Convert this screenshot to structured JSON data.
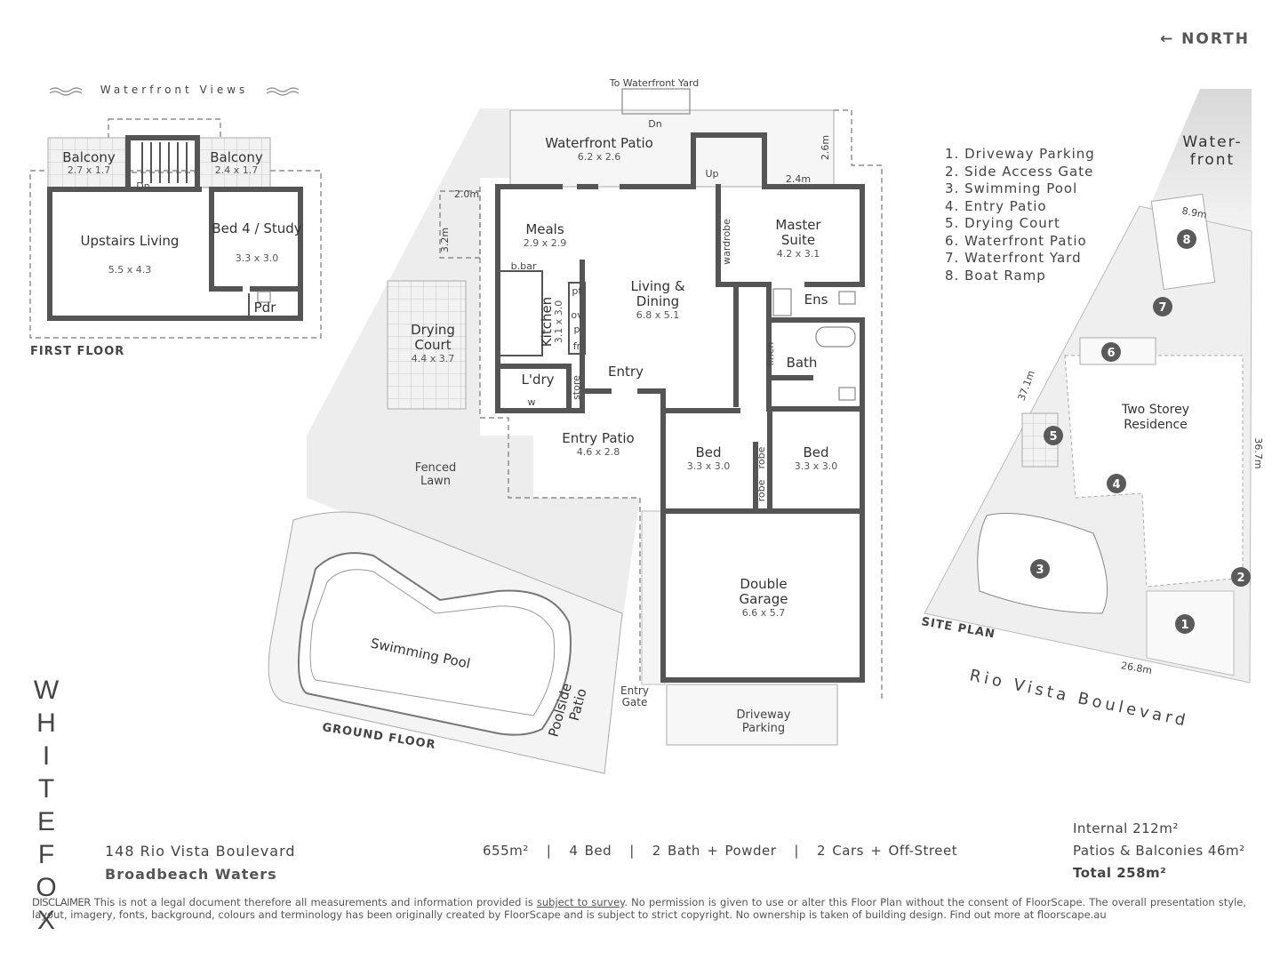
{
  "north_label": "NORTH",
  "first_floor": {
    "title": "FIRST FLOOR",
    "views_label": "Waterfront Views",
    "rooms": [
      {
        "name": "Balcony",
        "dim": "2.7 x 1.7"
      },
      {
        "name": "Balcony",
        "dim": "2.4 x 1.7"
      },
      {
        "name": "Upstairs Living",
        "dim": "5.5 x 4.3"
      },
      {
        "name": "Bed 4 / Study",
        "dim": "3.3 x 3.0"
      },
      {
        "name": "Pdr",
        "dim": ""
      }
    ],
    "stair_label": "Dn"
  },
  "ground_floor": {
    "title": "GROUND FLOOR",
    "to_yard": "To Waterfront Yard",
    "dn": "Dn",
    "up": "Up",
    "dims": {
      "d26": "2.6m",
      "d24": "2.4m",
      "d20": "2.0m",
      "d32": "3.2m"
    },
    "rooms": {
      "waterfront_patio": {
        "name": "Waterfront Patio",
        "dim": "6.2 x 2.6"
      },
      "meals": {
        "name": "Meals",
        "dim": "2.9 x 2.9"
      },
      "living": {
        "name1": "Living &",
        "name2": "Dining",
        "dim": "6.8 x 5.1"
      },
      "master": {
        "name1": "Master",
        "name2": "Suite",
        "dim": "4.2 x 3.1"
      },
      "kitchen": {
        "name": "Kitchen",
        "dim": "3.1 x 3.0"
      },
      "drying": {
        "name1": "Drying",
        "name2": "Court",
        "dim": "4.4 x 3.7"
      },
      "ldry": {
        "name": "L'dry"
      },
      "entry": {
        "name": "Entry"
      },
      "ens": {
        "name": "Ens"
      },
      "bath": {
        "name": "Bath"
      },
      "entry_patio": {
        "name": "Entry Patio",
        "dim": "4.6 x 2.8"
      },
      "bed_a": {
        "name": "Bed",
        "dim": "3.3 x 3.0"
      },
      "bed_b": {
        "name": "Bed",
        "dim": "3.3 x 3.0"
      },
      "garage": {
        "name1": "Double",
        "name2": "Garage",
        "dim": "6.6 x 5.7"
      },
      "lawn": {
        "name1": "Fenced",
        "name2": "Lawn"
      },
      "pool": {
        "name": "Swimming Pool"
      },
      "poolside": {
        "name1": "Poolside",
        "name2": "Patio"
      },
      "entry_gate": {
        "name1": "Entry",
        "name2": "Gate"
      },
      "driveway": {
        "name1": "Driveway",
        "name2": "Parking"
      }
    },
    "fixtures": {
      "bbar": "b.bar",
      "pt": "pt",
      "ov": "ov",
      "p": "p",
      "fr": "fr",
      "store": "store",
      "w": "w",
      "wardrobe": "wardrobe",
      "linen": "linen",
      "robe1": "robe",
      "robe2": "robe"
    }
  },
  "site_plan": {
    "title": "SITE PLAN",
    "street": "Rio Vista Boulevard",
    "waterfront1": "Water-",
    "waterfront2": "front",
    "residence1": "Two Storey",
    "residence2": "Residence",
    "dim_top": "8.9m",
    "dim_left": "37.1m",
    "dim_right": "36.7m",
    "dim_bottom": "26.8m",
    "legend": [
      "1. Driveway Parking",
      "2. Side Access Gate",
      "3. Swimming Pool",
      "4. Entry Patio",
      "5. Drying Court",
      "6. Waterfront Patio",
      "7. Waterfront Yard",
      "8. Boat Ramp"
    ],
    "markers": [
      "1",
      "2",
      "3",
      "4",
      "5",
      "6",
      "7",
      "8"
    ]
  },
  "brand_letters": [
    "W",
    "H",
    "I",
    "T",
    "E",
    "F",
    "O",
    "X"
  ],
  "address_line1": "148 Rio Vista Boulevard",
  "address_line2": "Broadbeach Waters",
  "stats": [
    "655m²",
    "4 Bed",
    "2 Bath + Powder",
    "2 Cars + Off-Street"
  ],
  "areas": {
    "internal": "Internal 212m²",
    "patios": "Patios & Balconies 46m²",
    "total": "Total 258m²"
  },
  "disclaimer": {
    "label": "DISCLAIMER",
    "part1": " This is not a legal document therefore all measurements and information  provided is ",
    "link": "subject to survey",
    "part2": ". No permission is given to use or alter this Floor Plan without the consent of FloorScape. The overall presentation style, layout, imagery, fonts, background, colours and terminology has been originally created by FloorScape and is subject to strict copyright. No ownership is taken of building design. Find out more at floorscape.au"
  }
}
